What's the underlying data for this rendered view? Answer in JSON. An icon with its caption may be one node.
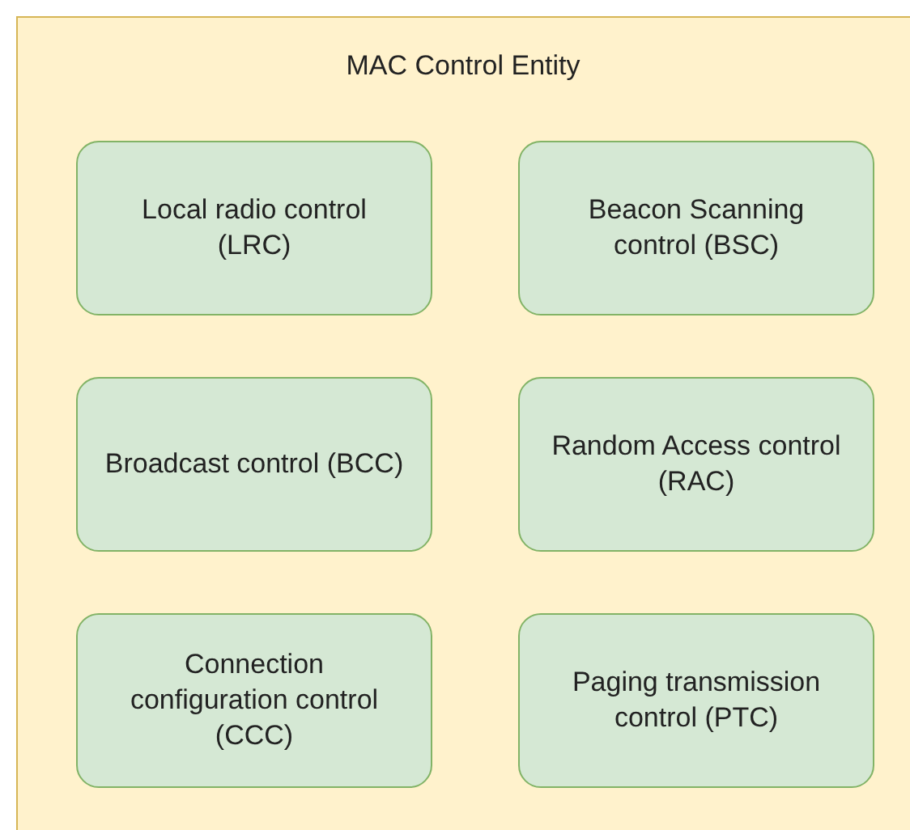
{
  "diagram": {
    "nodes": [
      {
        "text": [
          "MAC Control Entity"
        ]
      },
      {
        "text": [
          "Local radio control (LRC)"
        ],
        "in": 0
      },
      {
        "text": [
          "Beacon Scanning control (BSC)"
        ],
        "in": 0
      },
      {
        "text": [
          "Broadcast control (BCC)"
        ],
        "in": 0
      },
      {
        "text": [
          "Random Access control (RAC)"
        ],
        "in": 0
      },
      {
        "text": [
          "Connection configuration control (CCC)"
        ],
        "in": 0
      },
      {
        "text": [
          "Paging transmission control (PTC)"
        ],
        "in": 0
      }
    ]
  }
}
